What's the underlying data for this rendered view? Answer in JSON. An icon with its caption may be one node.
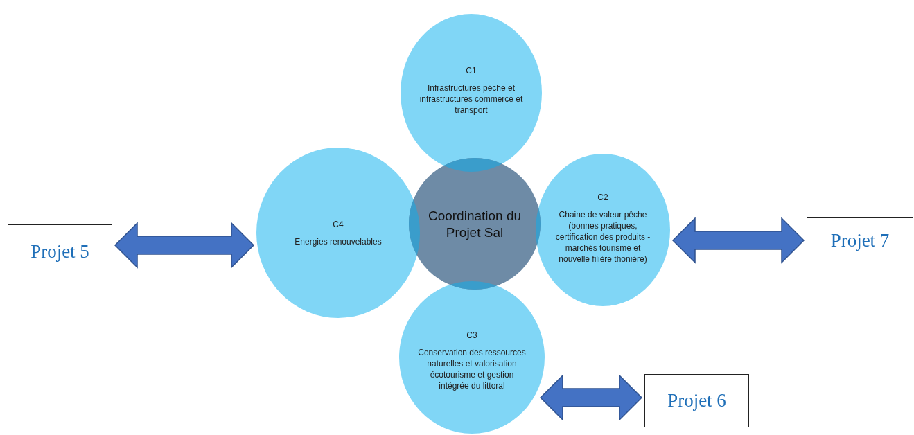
{
  "diagram": {
    "nodes": [
      {
        "text": [
          "Coordination du Projet Sal"
        ]
      },
      {
        "text": [
          "C1",
          "Infrastructures pêche et infrastructures commerce et transport"
        ]
      },
      {
        "text": [
          "C2",
          "Chaine de valeur pêche (bonnes pratiques, certification des produits - marchés tourisme et nouvelle filière thonière)"
        ]
      },
      {
        "text": [
          "C3",
          "Conservation des ressources naturelles et valorisation écotourisme et gestion intégrée du littoral"
        ]
      },
      {
        "text": [
          "C4",
          "Energies renouvelables"
        ]
      },
      {
        "text": [
          "Projet 5"
        ]
      },
      {
        "text": [
          "Projet 7"
        ]
      },
      {
        "text": [
          "Projet 6"
        ]
      }
    ],
    "edges": [
      {
        "from": 5,
        "to": 4,
        "arrow": "both"
      },
      {
        "from": 6,
        "to": 2,
        "arrow": "both"
      },
      {
        "from": 7,
        "to": 3,
        "arrow": "both"
      }
    ]
  }
}
